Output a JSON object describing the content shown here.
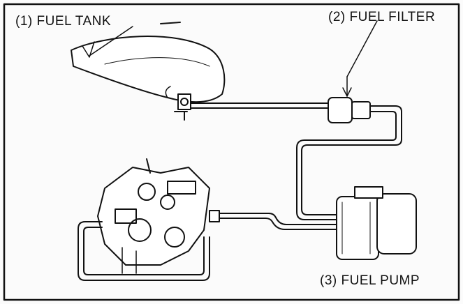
{
  "diagram": {
    "labels": {
      "fuel_tank": "(1) FUEL TANK",
      "fuel_filter": "(2) FUEL FILTER",
      "fuel_pump": "(3) FUEL PUMP"
    },
    "colors": {
      "ink": "#111111",
      "paper": "#fbfbfb"
    }
  }
}
